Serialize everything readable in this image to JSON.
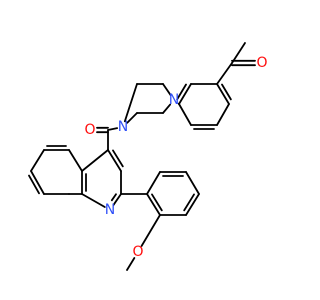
{
  "molecule": {
    "atoms": {
      "o_acetyl": "O",
      "o_amide": "O",
      "n_piperazine_aryl": "N",
      "n_piperazine_amide": "N",
      "n_quinoline": "N",
      "o_methoxy": "O"
    },
    "colors": {
      "bond": "#000000",
      "oxygen": "#ff0d0d",
      "nitrogen": "#3050f8"
    }
  }
}
